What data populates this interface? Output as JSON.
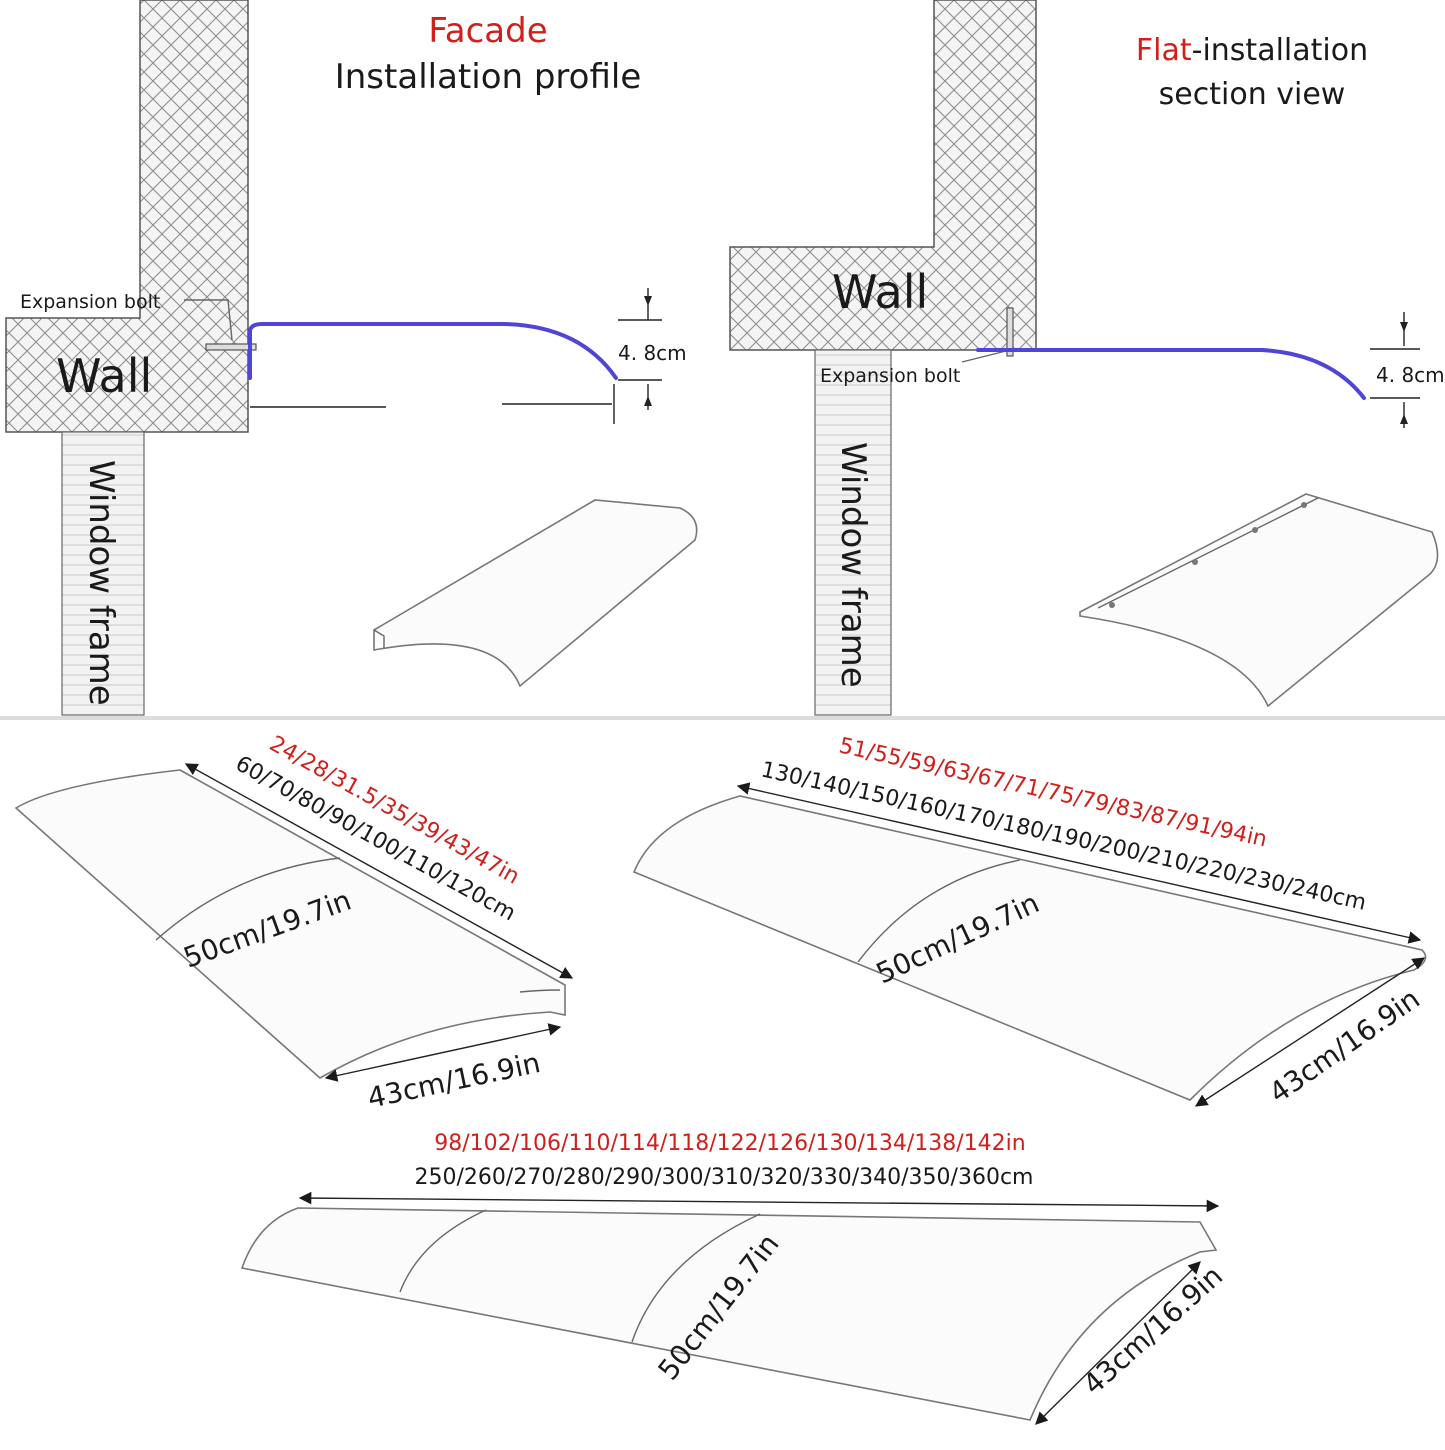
{
  "left_panel": {
    "title_red": "Facade",
    "title_black": "Installation profile",
    "wall_label": "Wall",
    "bolt_label": "Expansion bolt",
    "frame_label": "Window frame",
    "height_label": "4. 8cm"
  },
  "right_panel": {
    "title_red": "Flat",
    "title_black_1": "-installation",
    "title_black_2": "section view",
    "wall_label": "Wall",
    "bolt_label": "Expansion bolt",
    "frame_label": "Window frame",
    "height_label": "4. 8cm"
  },
  "sizes": {
    "small": {
      "length_in": "24/28/31.5/35/39/43/47in",
      "length_cm": "60/70/80/90/100/110/120cm",
      "panel": "50cm/19.7in",
      "depth": "43cm/16.9in"
    },
    "medium": {
      "length_in": "51/55/59/63/67/71/75/79/83/87/91/94in",
      "length_cm": "130/140/150/160/170/180/190/200/210/220/230/240cm",
      "panel": "50cm/19.7in",
      "depth": "43cm/16.9in"
    },
    "large": {
      "length_in": "98/102/106/110/114/118/122/126/130/134/138/142in",
      "length_cm": "250/260/270/280/290/300/310/320/330/340/350/360cm",
      "panel": "50cm/19.7in",
      "depth": "43cm/16.9in"
    }
  },
  "colors": {
    "accent_red": "#d0201c",
    "profile_blue": "#5145d8"
  }
}
